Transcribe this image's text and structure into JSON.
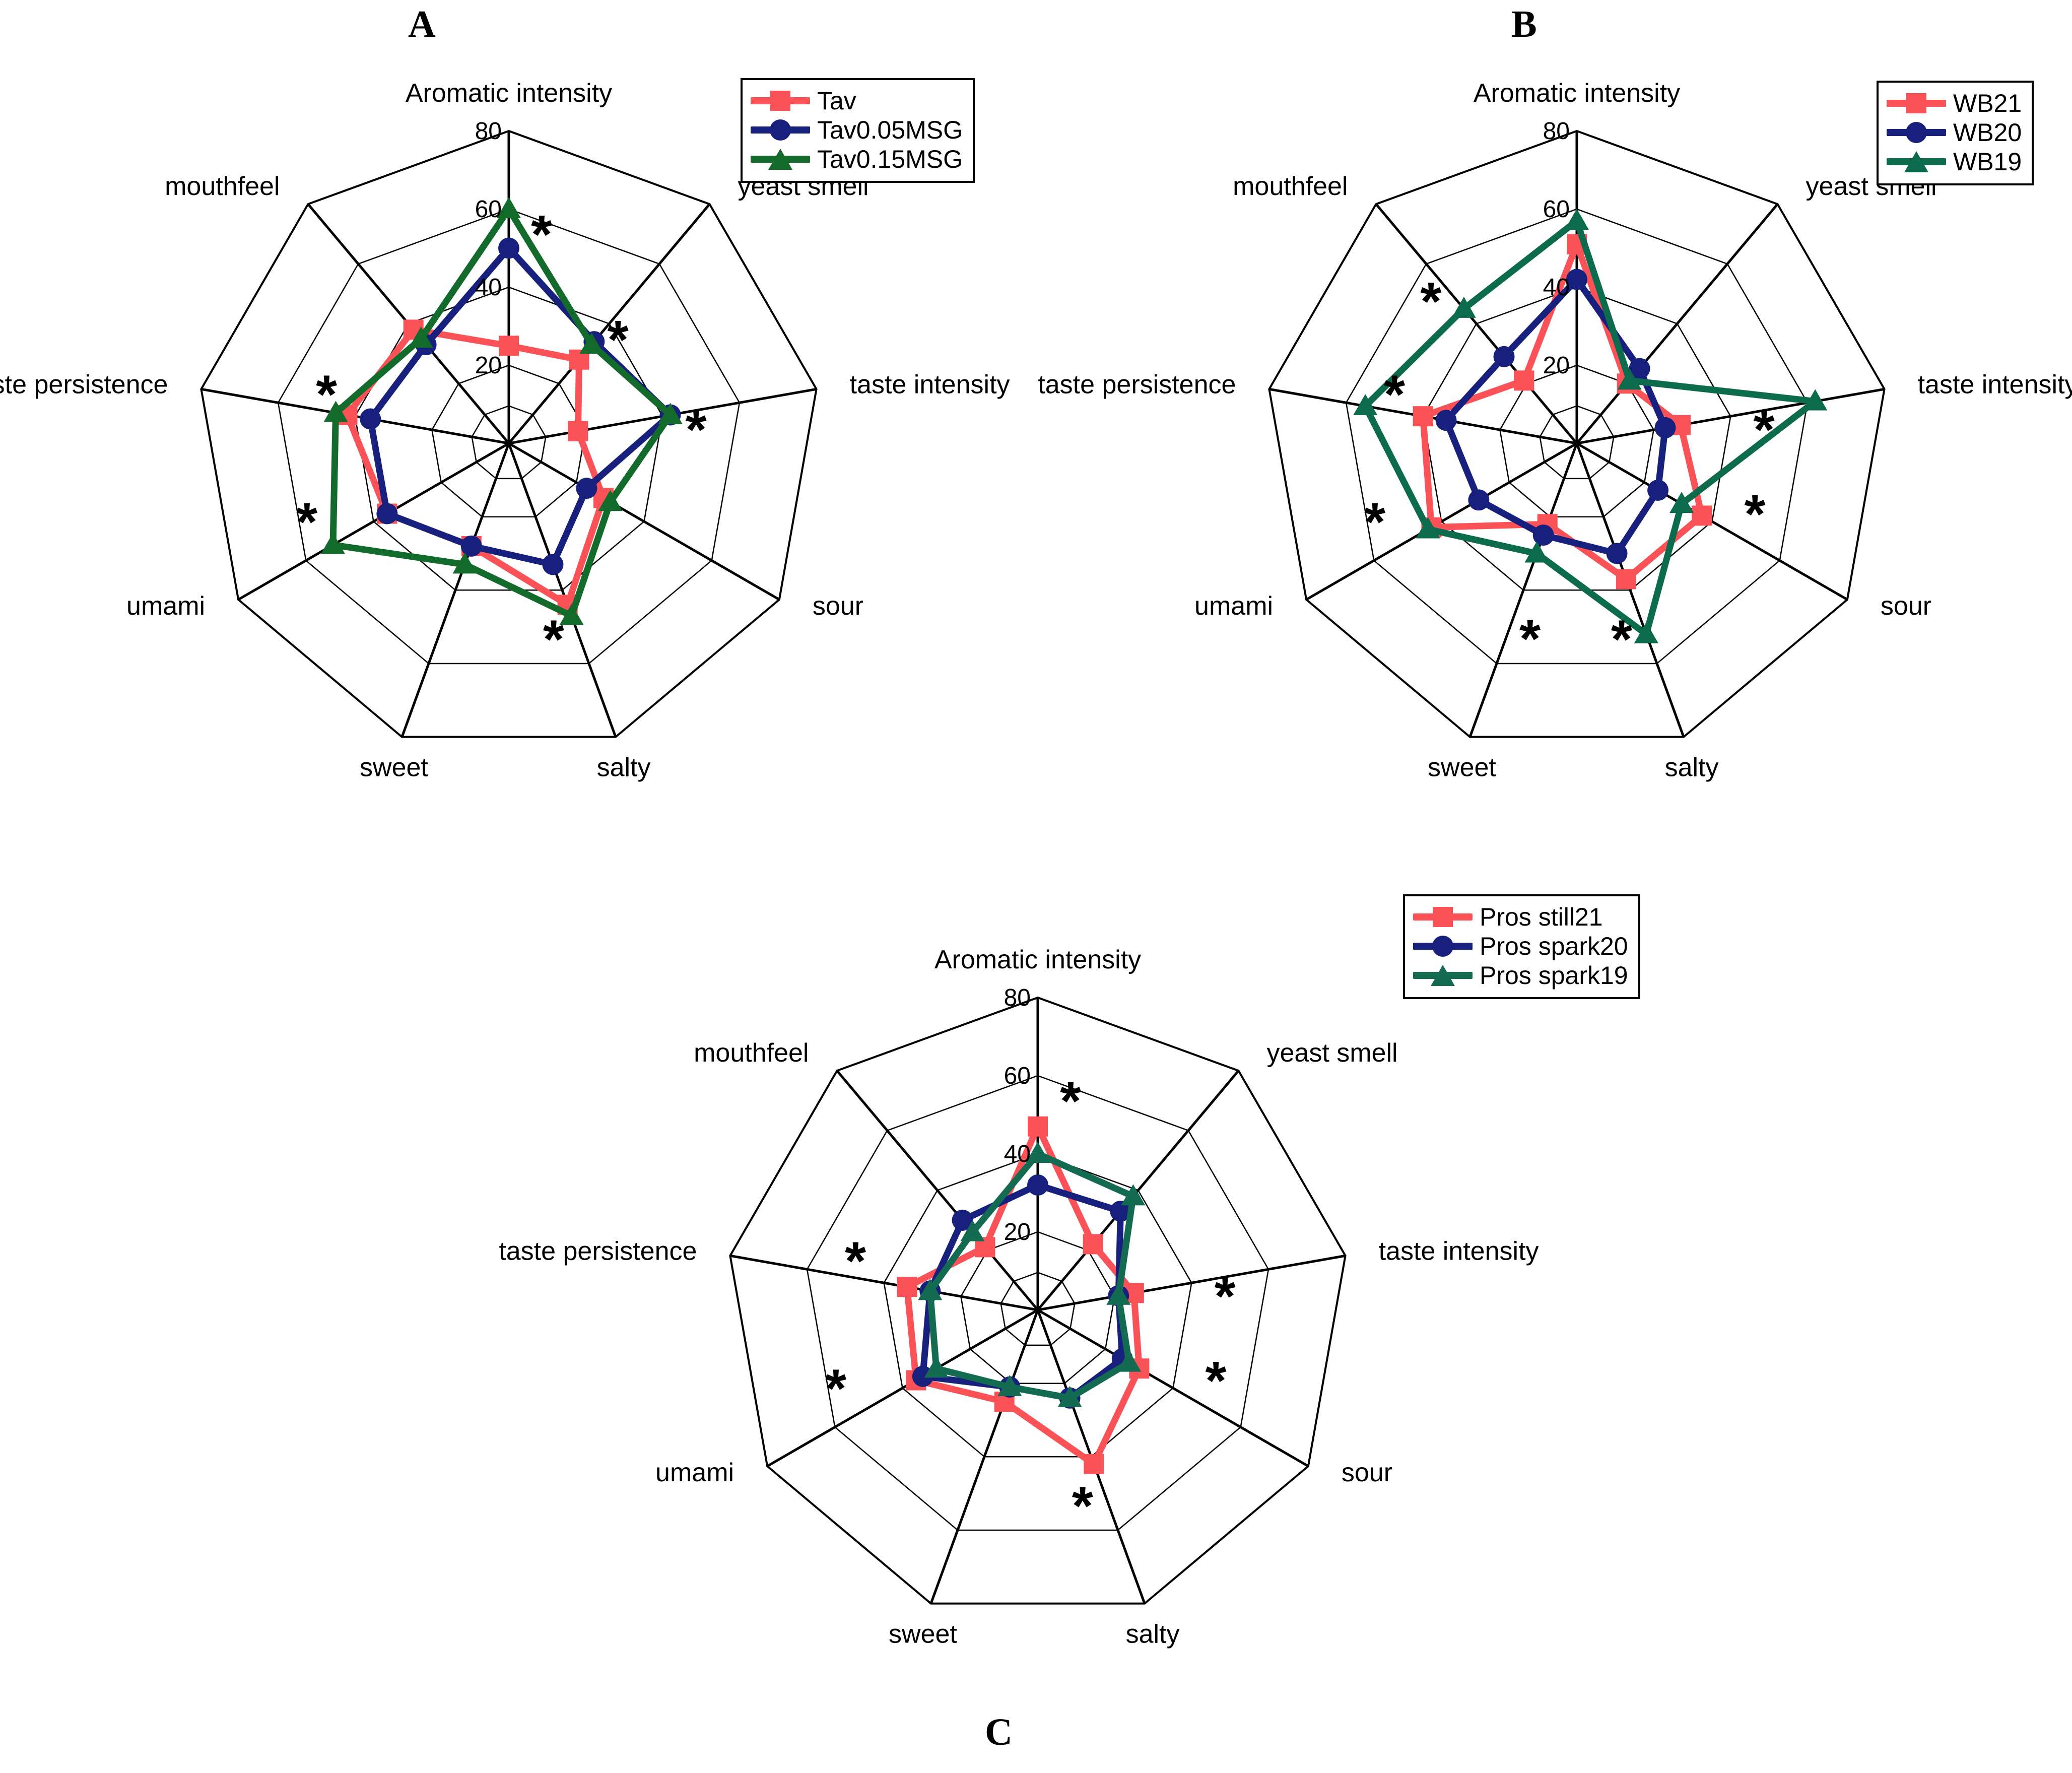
{
  "figure": {
    "panels": [
      {
        "letter": "A",
        "legend": [
          {
            "label": "Tav",
            "color": "#fb5258",
            "marker": "square"
          },
          {
            "label": "Tav0.05MSG",
            "color": "#18207e",
            "marker": "circle"
          },
          {
            "label": "Tav0.15MSG",
            "color": "#136b2b",
            "marker": "triangle"
          }
        ],
        "chart_data": {
          "type": "radar",
          "title": "A",
          "categories": [
            "Aromatic intensity",
            "yeast smell",
            "taste intensity",
            "sour",
            "salty",
            "sweet",
            "umami",
            "taste persistence",
            "mouthfeel"
          ],
          "tick_labels": [
            "20",
            "40",
            "60",
            "80"
          ],
          "ticks": [
            20,
            40,
            60,
            80
          ],
          "rlim": [
            0,
            80
          ],
          "grid": true,
          "legend_position": "top-right",
          "series": [
            {
              "name": "Tav",
              "color": "#fb5258",
              "marker": "square",
              "values": [
                25,
                28,
                18,
                28,
                44,
                28,
                36,
                42,
                38
              ]
            },
            {
              "name": "Tav0.05MSG",
              "color": "#18207e",
              "marker": "circle",
              "values": [
                50,
                34,
                42,
                23,
                33,
                28,
                36,
                36,
                33
              ]
            },
            {
              "name": "Tav0.15MSG",
              "color": "#136b2b",
              "marker": "triangle",
              "values": [
                60,
                33,
                42,
                30,
                47,
                33,
                52,
                45,
                35
              ]
            }
          ],
          "significance_markers": [
            {
              "category": "Aromatic intensity",
              "symbol": "*"
            },
            {
              "category": "yeast smell",
              "symbol": "*"
            },
            {
              "category": "taste intensity",
              "symbol": "*"
            },
            {
              "category": "salty",
              "symbol": "*"
            },
            {
              "category": "umami",
              "symbol": "*"
            },
            {
              "category": "taste persistence",
              "symbol": "*"
            }
          ]
        }
      },
      {
        "letter": "B",
        "legend": [
          {
            "label": "WB21",
            "color": "#fb5258",
            "marker": "square"
          },
          {
            "label": "WB20",
            "color": "#18207e",
            "marker": "circle"
          },
          {
            "label": "WB19",
            "color": "#0c6b4d",
            "marker": "triangle"
          }
        ],
        "chart_data": {
          "type": "radar",
          "title": "B",
          "categories": [
            "Aromatic intensity",
            "yeast smell",
            "taste intensity",
            "sour",
            "salty",
            "sweet",
            "umami",
            "taste persistence",
            "mouthfeel"
          ],
          "tick_labels": [
            "20",
            "40",
            "60",
            "80"
          ],
          "ticks": [
            20,
            40,
            60,
            80
          ],
          "rlim": [
            0,
            80
          ],
          "grid": true,
          "legend_position": "top-right",
          "series": [
            {
              "name": "WB21",
              "color": "#fb5258",
              "marker": "square",
              "values": [
                51,
                20,
                27,
                37,
                37,
                22,
                43,
                40,
                21
              ]
            },
            {
              "name": "WB20",
              "color": "#18207e",
              "marker": "circle",
              "values": [
                42,
                25,
                23,
                24,
                30,
                25,
                29,
                34,
                29
              ]
            },
            {
              "name": "WB19",
              "color": "#0c6b4d",
              "marker": "triangle",
              "values": [
                57,
                21,
                62,
                31,
                52,
                30,
                44,
                55,
                45
              ]
            }
          ],
          "significance_markers": [
            {
              "category": "taste intensity",
              "symbol": "*"
            },
            {
              "category": "sour",
              "symbol": "*"
            },
            {
              "category": "salty",
              "symbol": "*"
            },
            {
              "category": "sweet",
              "symbol": "*"
            },
            {
              "category": "umami",
              "symbol": "*"
            },
            {
              "category": "taste persistence",
              "symbol": "*"
            },
            {
              "category": "mouthfeel",
              "symbol": "*"
            }
          ]
        }
      },
      {
        "letter": "C",
        "legend": [
          {
            "label": "Pros still21",
            "color": "#fb5258",
            "marker": "square"
          },
          {
            "label": "Pros spark20",
            "color": "#18207e",
            "marker": "circle"
          },
          {
            "label": "Pros spark19",
            "color": "#136b52",
            "marker": "triangle"
          }
        ],
        "chart_data": {
          "type": "radar",
          "title": "C",
          "categories": [
            "Aromatic intensity",
            "yeast smell",
            "taste intensity",
            "sour",
            "salty",
            "sweet",
            "umami",
            "taste persistence",
            "mouthfeel"
          ],
          "tick_labels": [
            "20",
            "40",
            "60",
            "80"
          ],
          "ticks": [
            20,
            40,
            60,
            80
          ],
          "rlim": [
            0,
            80
          ],
          "grid": true,
          "legend_position": "top-right",
          "series": [
            {
              "name": "Pros still21",
              "color": "#fb5258",
              "marker": "square",
              "values": [
                47,
                22,
                25,
                30,
                42,
                25,
                36,
                34,
                21
              ]
            },
            {
              "name": "Pros spark20",
              "color": "#18207e",
              "marker": "circle",
              "values": [
                32,
                33,
                21,
                25,
                24,
                21,
                34,
                28,
                30
              ]
            },
            {
              "name": "Pros spark19",
              "color": "#136b52",
              "marker": "triangle",
              "values": [
                40,
                38,
                21,
                27,
                24,
                21,
                30,
                28,
                26
              ]
            }
          ],
          "significance_markers": [
            {
              "category": "Aromatic intensity",
              "symbol": "*"
            },
            {
              "category": "taste intensity",
              "symbol": "*"
            },
            {
              "category": "sour",
              "symbol": "*"
            },
            {
              "category": "salty",
              "symbol": "*"
            },
            {
              "category": "umami",
              "symbol": "*"
            },
            {
              "category": "taste persistence",
              "symbol": "*"
            }
          ]
        }
      }
    ]
  }
}
